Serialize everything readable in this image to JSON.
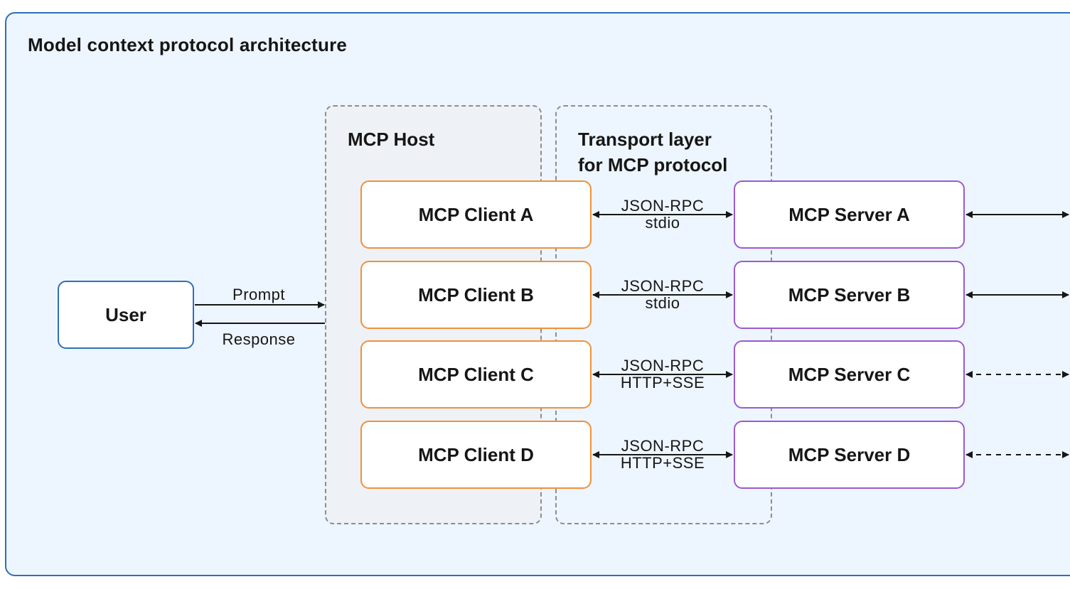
{
  "title": "Model context protocol architecture",
  "user": {
    "label": "User"
  },
  "user_flow": {
    "request": "Prompt",
    "reply": "Response"
  },
  "host": {
    "label": "MCP Host"
  },
  "transport": {
    "label_line1": "Transport layer",
    "label_line2": "for MCP protocol"
  },
  "clients": [
    {
      "label": "MCP Client A"
    },
    {
      "label": "MCP Client B"
    },
    {
      "label": "MCP Client C"
    },
    {
      "label": "MCP Client D"
    }
  ],
  "servers": [
    {
      "label": "MCP Server A"
    },
    {
      "label": "MCP Server B"
    },
    {
      "label": "MCP Server C"
    },
    {
      "label": "MCP Server D"
    }
  ],
  "links": [
    {
      "protocol": "JSON-RPC",
      "transport": "stdio",
      "outbound_style": "solid"
    },
    {
      "protocol": "JSON-RPC",
      "transport": "stdio",
      "outbound_style": "solid"
    },
    {
      "protocol": "JSON-RPC",
      "transport": "HTTP+SSE",
      "outbound_style": "dashed"
    },
    {
      "protocol": "JSON-RPC",
      "transport": "HTTP+SSE",
      "outbound_style": "dashed"
    }
  ],
  "colors": {
    "frame_border": "#2f6fb8",
    "frame_fill": "#edf5ff",
    "client_border": "#f0913a",
    "server_border": "#9b59d0",
    "user_border": "#2f6fb8",
    "dashed_region": "#8d8d8d"
  }
}
